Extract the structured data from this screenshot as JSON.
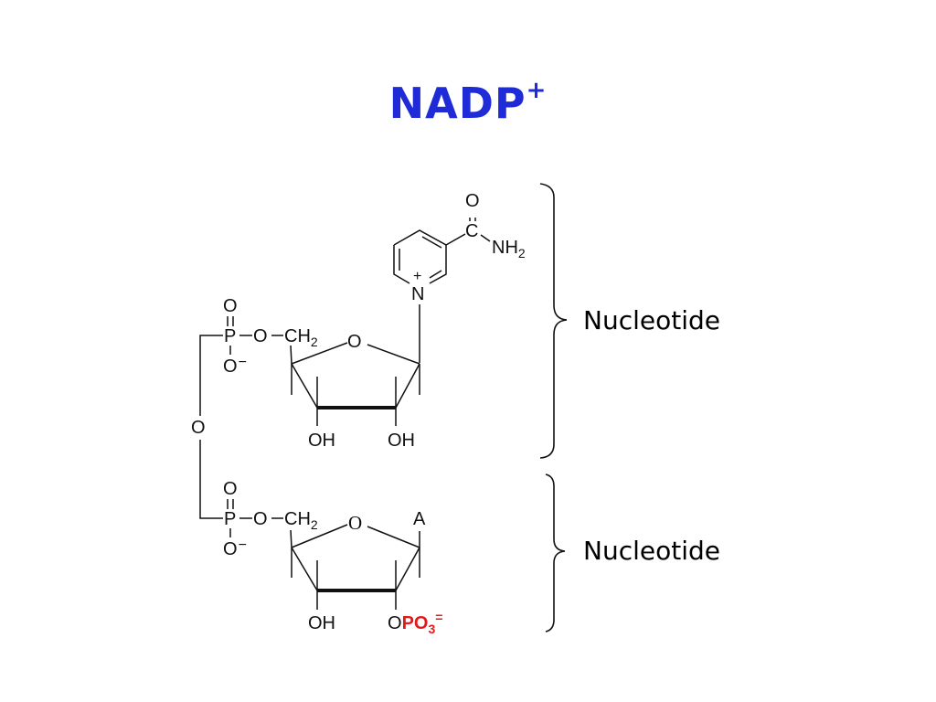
{
  "slide": {
    "title_main": "NADP",
    "title_sup": "+"
  },
  "top_nucleotide": {
    "amide_o": "O",
    "amide_c": "C",
    "amide_nh": "NH",
    "amide_sub": "2",
    "pyridinium_n": "N",
    "pyridinium_charge": "+",
    "phosphate_o_top": "O",
    "phosphate_p": "P",
    "phosphate_o_link": "O",
    "phosphate_ch": "CH",
    "phosphate_ch_sub": "2",
    "phosphate_o_minus": "O",
    "phosphate_minus": "−",
    "ring_o": "O",
    "oh_left": "OH",
    "oh_right": "OH",
    "bracket_label": "Nucleotide"
  },
  "bridge": {
    "o": "O"
  },
  "bottom_nucleotide": {
    "phosphate_o_top": "O",
    "phosphate_p": "P",
    "phosphate_o_link": "O",
    "phosphate_ch": "CH",
    "phosphate_ch_sub": "2",
    "phosphate_o_minus": "O",
    "phosphate_minus": "−",
    "ring_o": "O",
    "base": "A",
    "oh_left": "OH",
    "o_right": "O",
    "po3": "PO",
    "po3_sub": "3",
    "po3_charge": "=",
    "bracket_label": "Nucleotide"
  },
  "colors": {
    "title": "#1f2bd6",
    "phosphate_highlight": "#e11b1b",
    "text": "#111111"
  }
}
